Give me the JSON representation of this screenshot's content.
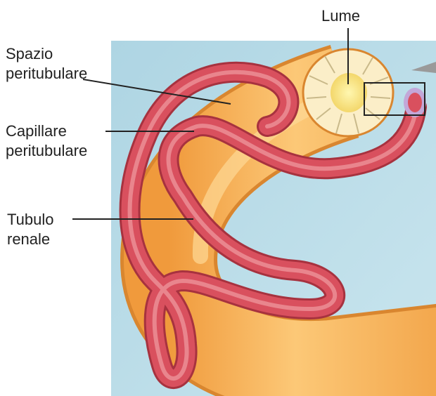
{
  "labels": {
    "lumen": "Lume",
    "peritubular_space": [
      "Spazio",
      "peritubulare"
    ],
    "peritubular_capillary": [
      "Capillare",
      "peritubulare"
    ],
    "renal_tubule": [
      "Tubulo",
      "renale"
    ]
  },
  "colors": {
    "background_panel": "#b9dbe7",
    "tubule": "#f4ad52",
    "tubule_highlight": "#fbd48c",
    "tubule_end": "#fbeec8",
    "lumen": "#fff3a6",
    "capillary": "#d9505e",
    "capillary_highlight": "#f3a8ae",
    "capillary_end": "#c3a7d8",
    "leader_line": "#222222"
  }
}
